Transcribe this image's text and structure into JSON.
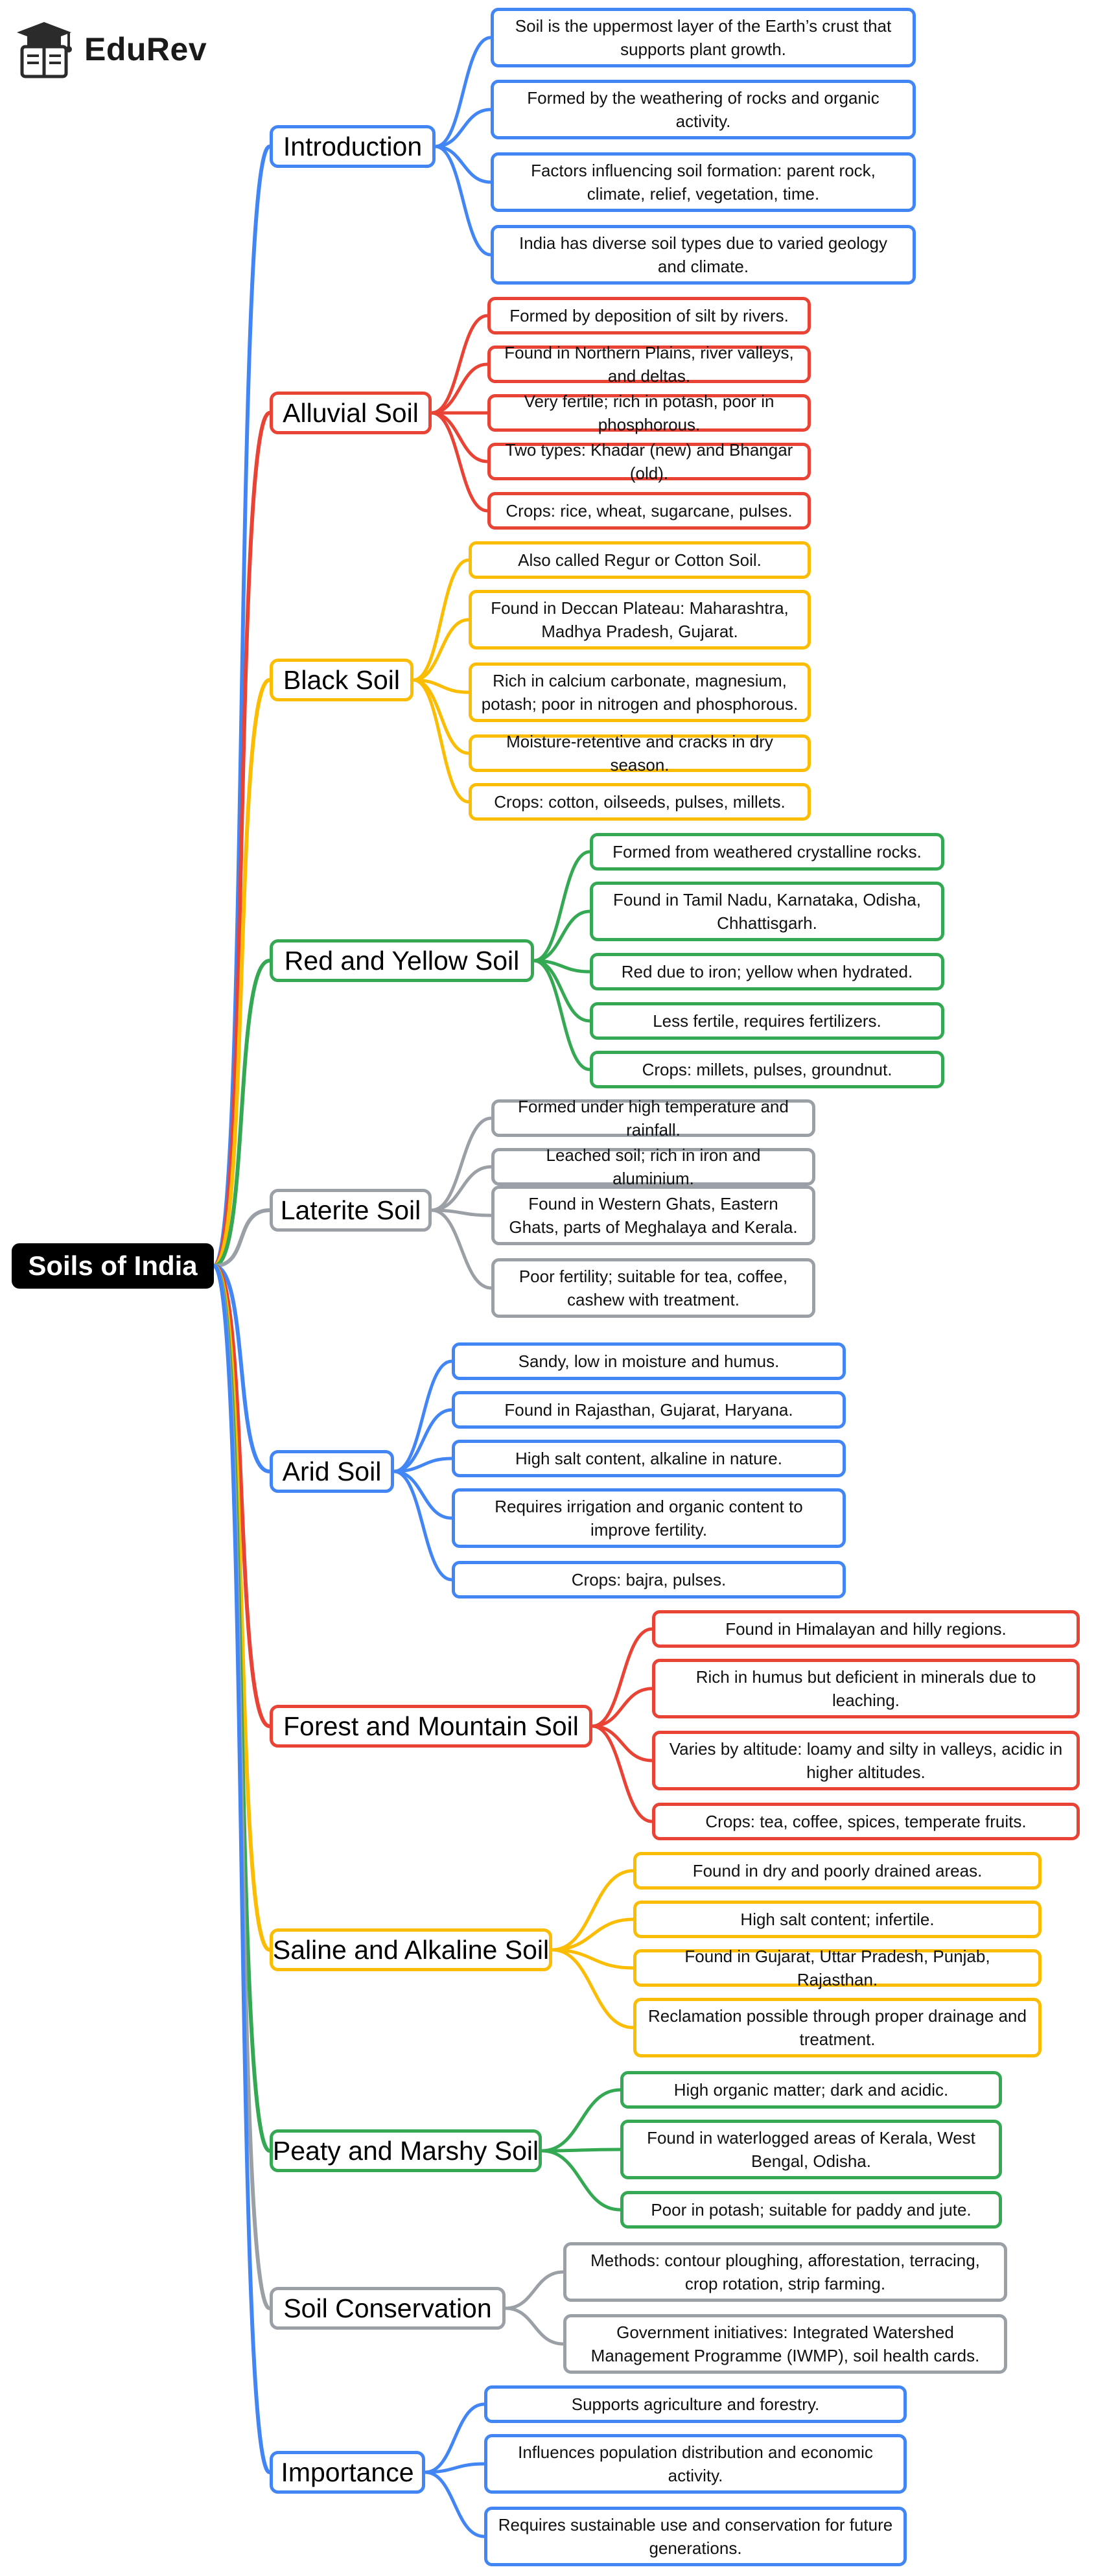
{
  "brand": {
    "name": "EduRev",
    "logo_icon": "graduation-cap-book-icon"
  },
  "colors": {
    "blue": "#4285f4",
    "red": "#e94335",
    "yellow": "#fbbc04",
    "green": "#34a853",
    "gray": "#9aa0a6",
    "root_bg": "#000000"
  },
  "root": {
    "label": "Soils of India"
  },
  "topics": [
    {
      "label": "Introduction",
      "color": "blue",
      "items": [
        "Soil is the uppermost layer of the Earth’s crust that supports plant growth.",
        "Formed by the weathering of rocks and organic activity.",
        "Factors influencing soil formation: parent rock, climate, relief, vegetation, time.",
        "India has diverse soil types due to varied geology and climate."
      ]
    },
    {
      "label": "Alluvial Soil",
      "color": "red",
      "items": [
        "Formed by deposition of silt by rivers.",
        "Found in Northern Plains, river valleys, and deltas.",
        "Very fertile; rich in potash, poor in phosphorous.",
        "Two types: Khadar (new) and Bhangar (old).",
        "Crops: rice, wheat, sugarcane, pulses."
      ]
    },
    {
      "label": "Black Soil",
      "color": "yellow",
      "items": [
        "Also called Regur or Cotton Soil.",
        "Found in Deccan Plateau: Maharashtra, Madhya Pradesh, Gujarat.",
        "Rich in calcium carbonate, magnesium, potash; poor in nitrogen and phosphorous.",
        "Moisture-retentive and cracks in dry season.",
        "Crops: cotton, oilseeds, pulses, millets."
      ]
    },
    {
      "label": "Red and Yellow Soil",
      "color": "green",
      "items": [
        "Formed from weathered crystalline rocks.",
        "Found in Tamil Nadu, Karnataka, Odisha, Chhattisgarh.",
        "Red due to iron; yellow when hydrated.",
        "Less fertile, requires fertilizers.",
        "Crops: millets, pulses, groundnut."
      ]
    },
    {
      "label": "Laterite Soil",
      "color": "gray",
      "items": [
        "Formed under high temperature and rainfall.",
        "Leached soil; rich in iron and aluminium.",
        "Found in Western Ghats, Eastern Ghats, parts of Meghalaya and Kerala.",
        "Poor fertility; suitable for tea, coffee, cashew with treatment."
      ]
    },
    {
      "label": "Arid Soil",
      "color": "blue",
      "items": [
        "Sandy, low in moisture and humus.",
        "Found in Rajasthan, Gujarat, Haryana.",
        "High salt content, alkaline in nature.",
        "Requires irrigation and organic content to improve fertility.",
        "Crops: bajra, pulses."
      ]
    },
    {
      "label": "Forest and Mountain Soil",
      "color": "red",
      "items": [
        "Found in Himalayan and hilly regions.",
        "Rich in humus but deficient in minerals due to leaching.",
        "Varies by altitude: loamy and silty in valleys, acidic in higher altitudes.",
        "Crops: tea, coffee, spices, temperate fruits."
      ]
    },
    {
      "label": "Saline and Alkaline Soil",
      "color": "yellow",
      "items": [
        "Found in dry and poorly drained areas.",
        "High salt content; infertile.",
        "Found in Gujarat, Uttar Pradesh, Punjab, Rajasthan.",
        "Reclamation possible through proper drainage and treatment."
      ]
    },
    {
      "label": "Peaty and Marshy Soil",
      "color": "green",
      "items": [
        "High organic matter; dark and acidic.",
        "Found in waterlogged areas of Kerala, West Bengal, Odisha.",
        "Poor in potash; suitable for paddy and jute."
      ]
    },
    {
      "label": "Soil Conservation",
      "color": "gray",
      "items": [
        "Methods: contour ploughing, afforestation, terracing, crop rotation, strip farming.",
        "Government initiatives: Integrated Watershed Management Programme (IWMP), soil health cards."
      ]
    },
    {
      "label": "Importance",
      "color": "blue",
      "items": [
        "Supports agriculture and forestry.",
        "Influences population distribution and economic activity.",
        "Requires sustainable use and conservation for future generations."
      ]
    }
  ]
}
